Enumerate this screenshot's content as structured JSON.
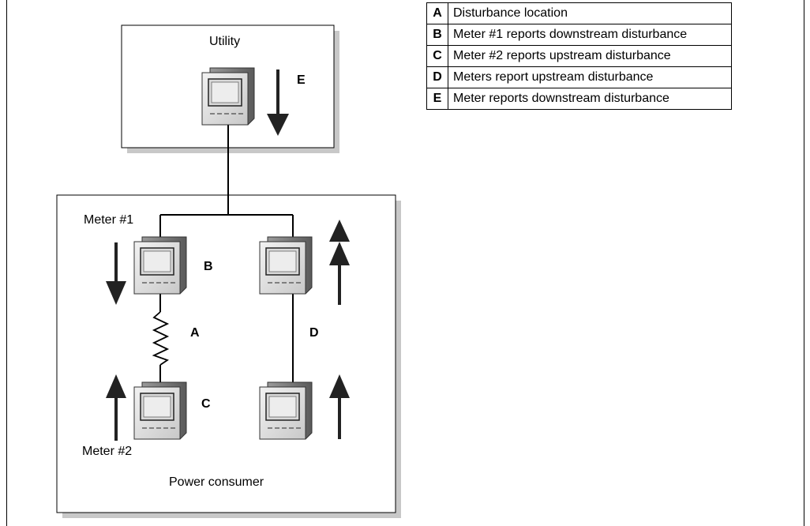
{
  "labels": {
    "utility": "Utility",
    "power_consumer": "Power consumer",
    "meter1": "Meter #1",
    "meter2": "Meter #2",
    "letter_a": "A",
    "letter_b": "B",
    "letter_c": "C",
    "letter_d": "D",
    "letter_e": "E"
  },
  "legend": [
    {
      "key": "A",
      "text": "Disturbance location"
    },
    {
      "key": "B",
      "text": "Meter #1 reports downstream disturbance"
    },
    {
      "key": "C",
      "text": "Meter #2 reports upstream disturbance"
    },
    {
      "key": "D",
      "text": "Meters report upstream disturbance"
    },
    {
      "key": "E",
      "text": "Meter reports downstream disturbance"
    }
  ]
}
